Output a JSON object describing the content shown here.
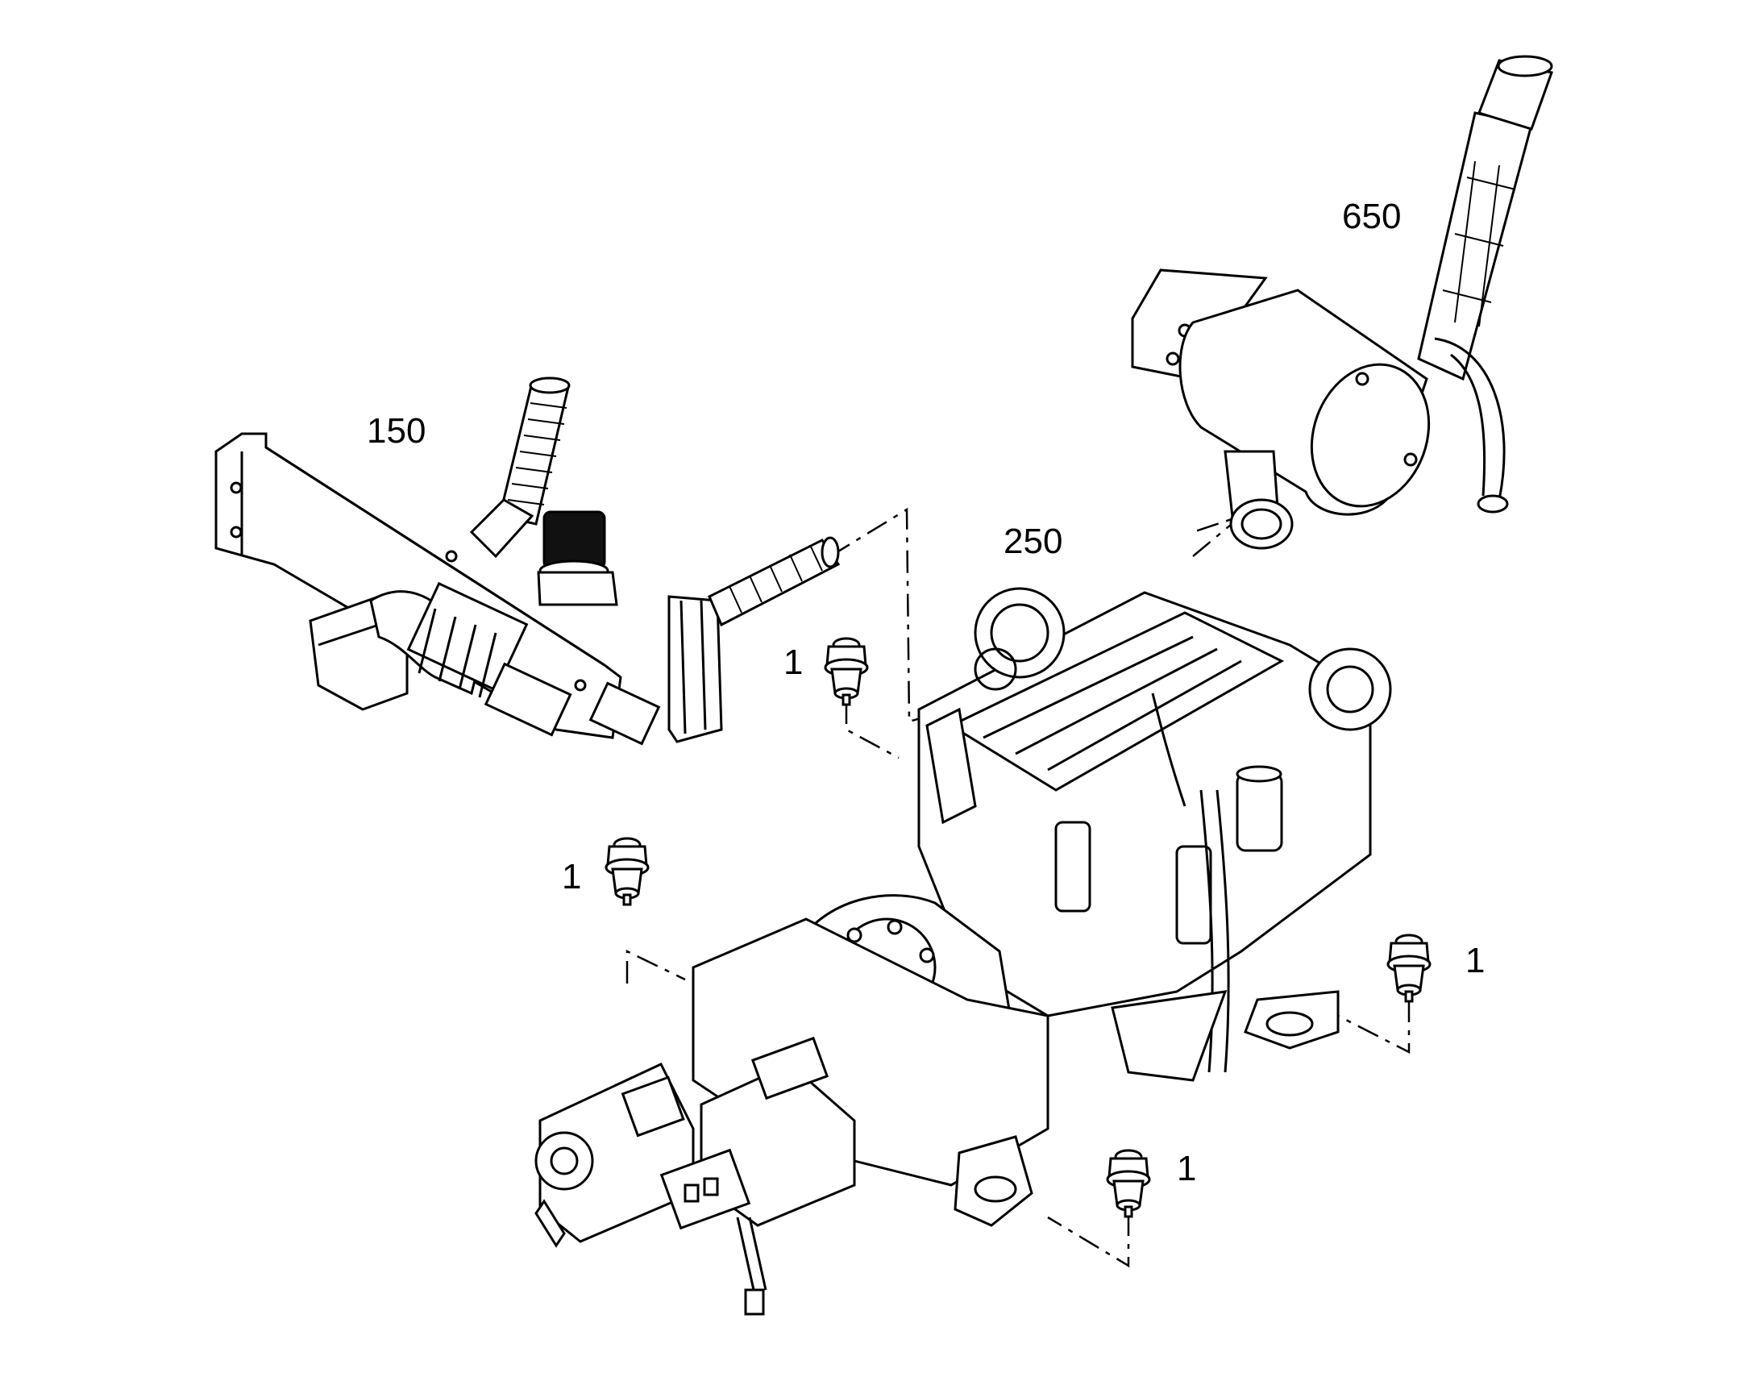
{
  "callouts": {
    "air_intake": "150",
    "engine": "250",
    "exhaust": "650",
    "mount_a": "1",
    "mount_b": "1",
    "mount_c": "1",
    "mount_d": "1"
  },
  "colors": {
    "line": "#000000",
    "background": "#ffffff"
  }
}
